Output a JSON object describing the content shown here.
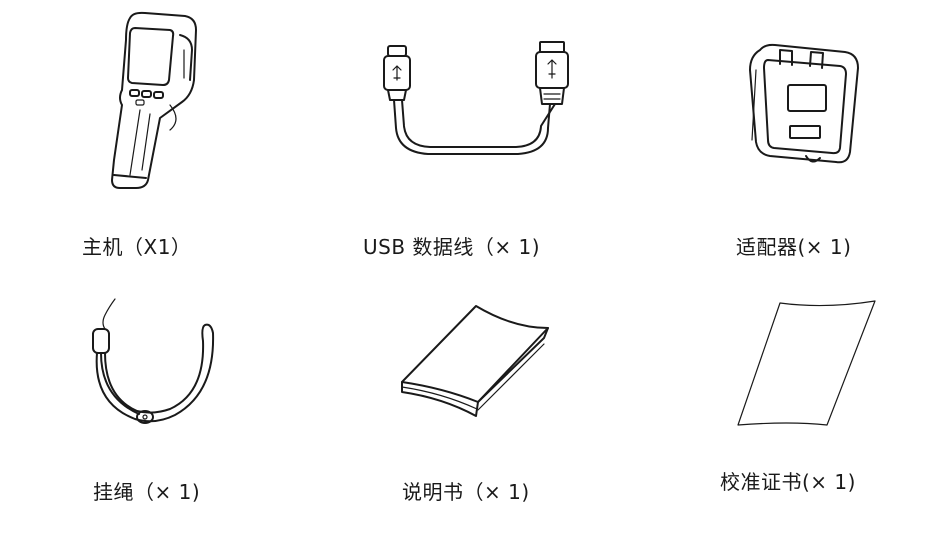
{
  "items": [
    {
      "label": "主机（X1）",
      "icon": "thermal-camera-icon"
    },
    {
      "label": "USB 数据线（× 1)",
      "icon": "usb-cable-icon"
    },
    {
      "label": "适配器(× 1)",
      "icon": "power-adapter-icon"
    },
    {
      "label": "挂绳（× 1)",
      "icon": "lanyard-icon"
    },
    {
      "label": "说明书（× 1)",
      "icon": "manual-booklet-icon"
    },
    {
      "label": "校准证书(× 1)",
      "icon": "calibration-certificate-icon"
    }
  ]
}
